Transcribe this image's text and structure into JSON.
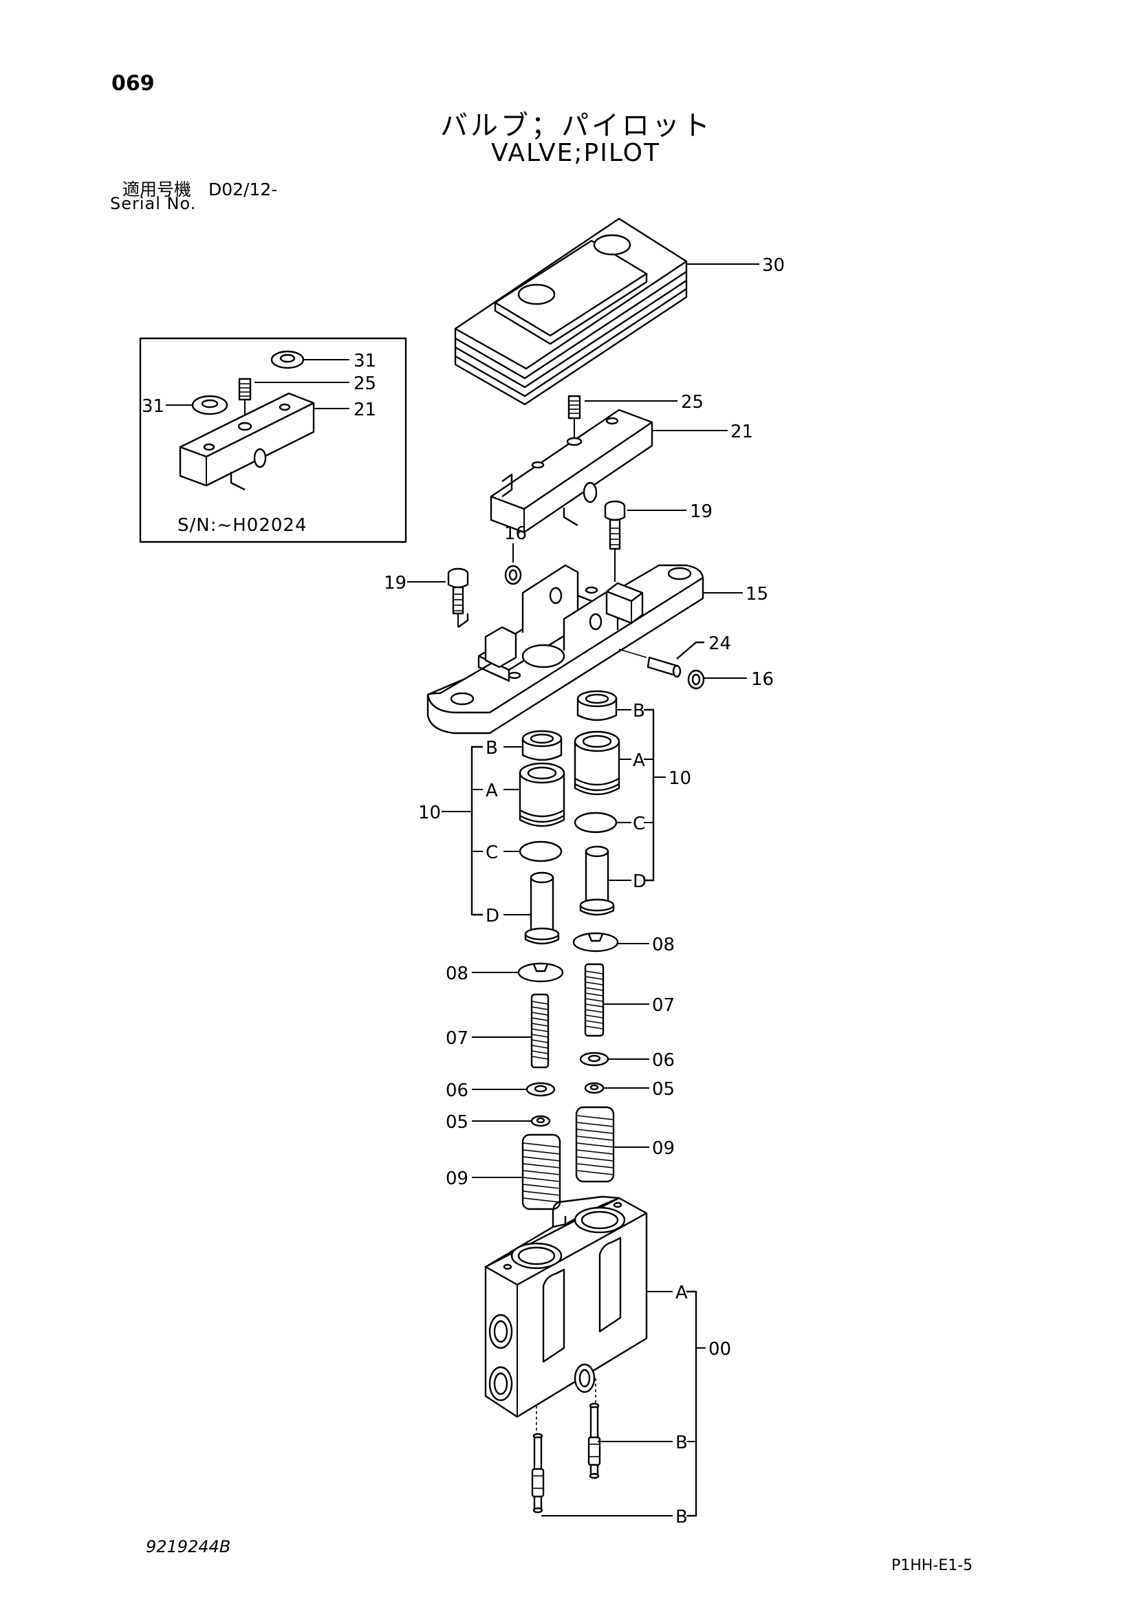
{
  "header": {
    "page_number": "069",
    "title_jp": "バルブ；パイロット",
    "title_en": "VALVE;PILOT",
    "serial_label_jp": "適用号機　D02/12-",
    "serial_label_en": "Serial No."
  },
  "inset": {
    "serial_note": "S/N:~H02024",
    "callouts": [
      "31",
      "25",
      "31",
      "21"
    ]
  },
  "callouts": {
    "c30": "30",
    "c25": "25",
    "c21": "21",
    "c19a": "19",
    "c16a": "16",
    "c19b": "19",
    "c15": "15",
    "c24": "24",
    "c16b": "16",
    "rB": "B",
    "rA": "A",
    "r10": "10",
    "rC": "C",
    "rD": "D",
    "lB": "B",
    "lA": "A",
    "l10": "10",
    "lC": "C",
    "lD": "D",
    "r08": "08",
    "l08": "08",
    "r07": "07",
    "l07": "07",
    "r06": "06",
    "l06": "06",
    "r05": "05",
    "l05": "05",
    "r09": "09",
    "l09": "09",
    "bA": "A",
    "b00": "00",
    "bB1": "B",
    "bB2": "B"
  },
  "footer": {
    "doc_number": "9219244B",
    "page_code": "P1HH-E1-5"
  }
}
